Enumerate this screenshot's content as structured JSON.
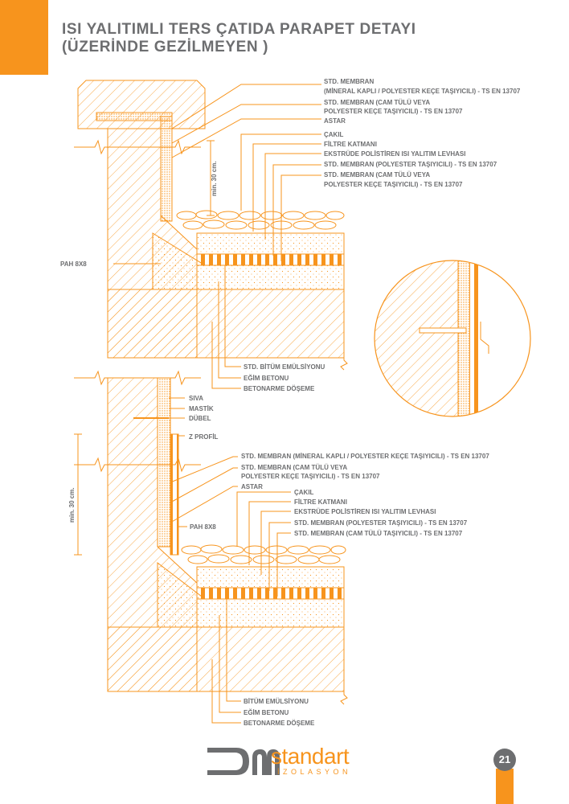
{
  "title": {
    "line1": "ISI YALITIMLI TERS ÇATIDA PARAPET DETAYI",
    "line2": "(ÜZERİNDE GEZİLMEYEN )"
  },
  "detail_top": {
    "labels": [
      "STD. MEMBRAN",
      "(MİNERAL KAPLI / POLYESTER KEÇE TAŞIYICILI)  - TS EN 13707",
      "STD. MEMBRAN (CAM TÜLÜ VEYA",
      "POLYESTER KEÇE TAŞIYICILI) - TS EN 13707",
      "ASTAR",
      "ÇAKIL",
      "FİLTRE KATMANI",
      "EKSTRÜDE POLİSTİREN ISI YALITIM LEVHASI",
      "STD. MEMBRAN (POLYESTER TAŞIYICILI) - TS EN 13707",
      "STD. MEMBRAN (CAM TÜLÜ VEYA",
      "POLYESTER KEÇE TAŞIYICILI) - TS EN 13707"
    ],
    "pah": "PAH 8X8",
    "min_dim": "min. 30 cm.",
    "bottom_labels": [
      "STD. BİTÜM EMÜLSİYONU",
      "EĞİM BETONU",
      "BETONARME DÖŞEME"
    ]
  },
  "detail_bottom": {
    "left_labels": [
      "SIVA",
      "MASTİK",
      "DÜBEL",
      "Z PROFİL"
    ],
    "labels": [
      "STD. MEMBRAN (MİNERAL KAPLI / POLYESTER KEÇE TAŞIYICILI)  - TS EN 13707",
      "STD. MEMBRAN (CAM TÜLÜ VEYA",
      "POLYESTER KEÇE TAŞIYICILI) - TS EN 13707",
      "ASTAR",
      "ÇAKIL",
      "FİLTRE KATMANI",
      "EKSTRÜDE POLİSTİREN ISI YALITIM LEVHASI",
      "STD. MEMBRAN (POLYESTER TAŞIYICILI)    - TS EN 13707",
      "STD. MEMBRAN (CAM TÜLÜ TAŞIYICILI)    - TS EN 13707"
    ],
    "pah": "PAH 8X8",
    "min_dim": "min. 30 cm.",
    "bottom_labels": [
      "BİTÜM EMÜLSİYONU",
      "EĞİM BETONU",
      "BETONARME DÖŞEME"
    ]
  },
  "brand": {
    "name": "standart",
    "sub": "İZOLASYON"
  },
  "page_number": "21",
  "colors": {
    "accent": "#f7941d",
    "text": "#6d6e70"
  }
}
